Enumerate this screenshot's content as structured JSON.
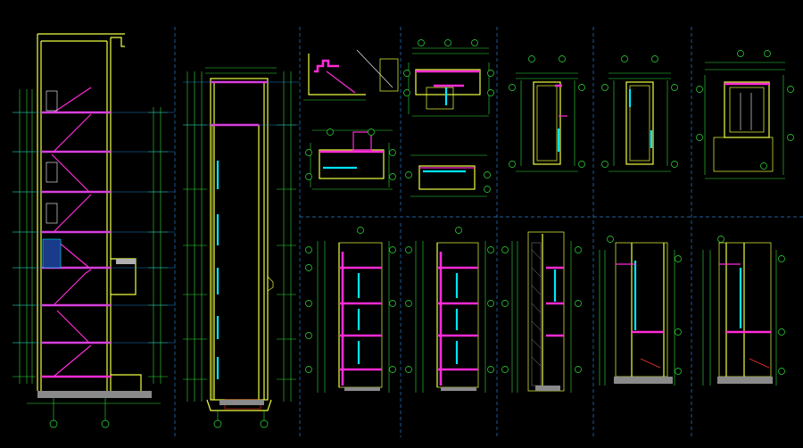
{
  "drawing": {
    "background": "#000000",
    "colors": {
      "wall": "#f0ff40",
      "slab": "#ff2bd6",
      "glazing": "#00e5ff",
      "dimension": "#2fe03a",
      "gridline": "#1fa0ff",
      "text": "#e8e8e8",
      "separator": "#2a7fd0"
    }
  },
  "views": [
    {
      "id": "stair-section-1",
      "kind": "section"
    },
    {
      "id": "elevator-section",
      "kind": "section"
    },
    {
      "id": "stair-detail-a",
      "kind": "detail"
    },
    {
      "id": "plan-b1",
      "kind": "plan"
    },
    {
      "id": "plan-b2",
      "kind": "plan"
    },
    {
      "id": "plan-b3",
      "kind": "plan"
    },
    {
      "id": "plan-c",
      "kind": "plan"
    },
    {
      "id": "plan-d",
      "kind": "plan"
    },
    {
      "id": "plan-e",
      "kind": "plan"
    },
    {
      "id": "elev-f",
      "kind": "elevation"
    },
    {
      "id": "elev-g",
      "kind": "elevation"
    },
    {
      "id": "elev-h",
      "kind": "elevation"
    },
    {
      "id": "section-i",
      "kind": "section"
    },
    {
      "id": "section-j",
      "kind": "section"
    }
  ]
}
